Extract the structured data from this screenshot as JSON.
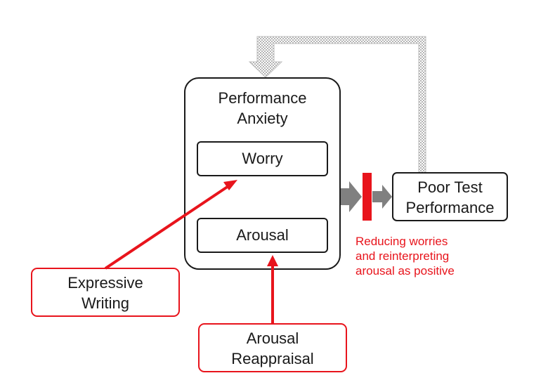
{
  "nodes": {
    "performance_anxiety": {
      "title": [
        "Performance",
        "Anxiety"
      ]
    },
    "worry": {
      "label": "Worry"
    },
    "arousal": {
      "label": "Arousal"
    },
    "poor_test_performance": {
      "label": [
        "Poor Test",
        "Performance"
      ]
    },
    "expressive_writing": {
      "label": [
        "Expressive",
        "Writing"
      ]
    },
    "arousal_reappraisal": {
      "label": [
        "Arousal",
        "Reappraisal"
      ]
    }
  },
  "annotation": [
    "Reducing worries",
    "and reinterpreting",
    "arousal as positive"
  ],
  "colors": {
    "intervention": "#e8141c",
    "text": "#1a1a1a",
    "flow_arrow": "#808080",
    "feedback_arrow": "#c8c8c8"
  }
}
